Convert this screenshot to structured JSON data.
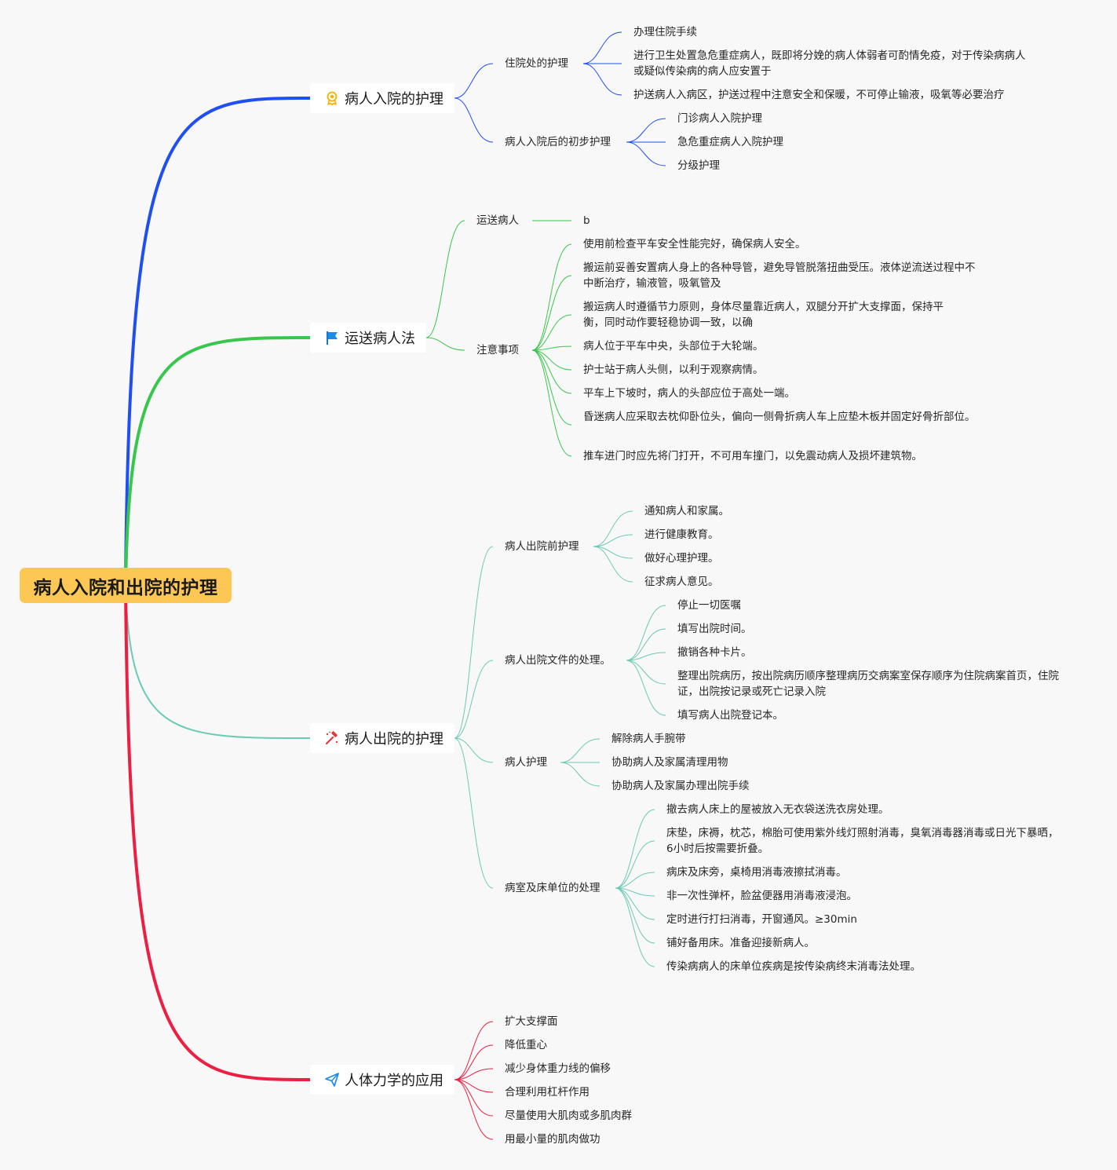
{
  "root": {
    "label": "病人入院和出院的护理"
  },
  "colors": {
    "branch1": "#1f4ff0",
    "branch2": "#39c64c",
    "branch3": "#6cc9b4",
    "branch4": "#ec1f43",
    "root_fill": "#fcc755",
    "background": "#f8f8f8"
  },
  "branches": [
    {
      "label": "病人入院的护理",
      "icon": "award-ribbon-icon",
      "children": [
        {
          "label": "住院处的护理",
          "children": [
            "办理住院手续",
            "进行卫生处置急危重症病人，既即将分娩的病人体弱者可酌情免疫，对于传染病病人或疑似传染病的病人应安置于",
            "护送病人入病区，护送过程中注意安全和保暖，不可停止输液，吸氧等必要治疗"
          ]
        },
        {
          "label": "病人入院后的初步护理",
          "children": [
            "门诊病人入院护理",
            "急危重症病人入院护理",
            "分级护理"
          ]
        }
      ]
    },
    {
      "label": "运送病人法",
      "icon": "flag-icon",
      "children": [
        {
          "label": "运送病人",
          "children": [
            "b"
          ]
        },
        {
          "label": "注意事项",
          "children": [
            "使用前检查平车安全性能完好，确保病人安全。",
            "搬运前妥善安置病人身上的各种导管，避免导管脱落扭曲受压。液体逆流送过程中不中断治疗，输液管，吸氧管及",
            "搬运病人时遵循节力原则，身体尽量靠近病人，双腿分开扩大支撑面，保持平衡，同时动作要轻稳协调一致，以确",
            "病人位于平车中央，头部位于大轮端。",
            "护士站于病人头侧，以利于观察病情。",
            "平车上下坡时，病人的头部应位于高处一端。",
            "昏迷病人应采取去枕仰卧位头，偏向一侧骨折病人车上应垫木板并固定好骨折部位。",
            "推车进门时应先将门打开，不可用车撞门，以免震动病人及损坏建筑物。"
          ]
        }
      ]
    },
    {
      "label": "病人出院的护理",
      "icon": "hammer-icon",
      "children": [
        {
          "label": "病人出院前护理",
          "children": [
            "通知病人和家属。",
            "进行健康教育。",
            "做好心理护理。",
            "征求病人意见。"
          ]
        },
        {
          "label": "病人出院文件的处理。",
          "children": [
            "停止一切医嘱",
            "填写出院时间。",
            "撤销各种卡片。",
            "整理出院病历，按出院病历顺序整理病历交病案室保存顺序为住院病案首页，住院证，出院按记录或死亡记录入院",
            "填写病人出院登记本。"
          ]
        },
        {
          "label": "病人护理",
          "children": [
            "解除病人手腕带",
            "协助病人及家属清理用物",
            "协助病人及家属办理出院手续"
          ]
        },
        {
          "label": "病室及床单位的处理",
          "children": [
            "撤去病人床上的屋被放入无衣袋送洗衣房处理。",
            "床垫，床褥，枕芯，棉胎可使用紫外线灯照射消毒，臭氧消毒器消毒或日光下暴晒，6小时后按需要折叠。",
            "病床及床旁，桌椅用消毒液擦拭消毒。",
            "非一次性弹杯，脸盆便器用消毒液浸泡。",
            "定时进行打扫消毒，开窗通风。≥30min",
            "铺好备用床。准备迎接新病人。",
            "传染病病人的床单位疾病是按传染病终末消毒法处理。"
          ]
        }
      ]
    },
    {
      "label": "人体力学的应用",
      "icon": "paper-plane-icon",
      "children": [
        "扩大支撑面",
        "降低重心",
        "减少身体重力线的偏移",
        "合理利用杠杆作用",
        "尽量使用大肌肉或多肌肉群",
        "用最小量的肌肉做功"
      ]
    }
  ]
}
